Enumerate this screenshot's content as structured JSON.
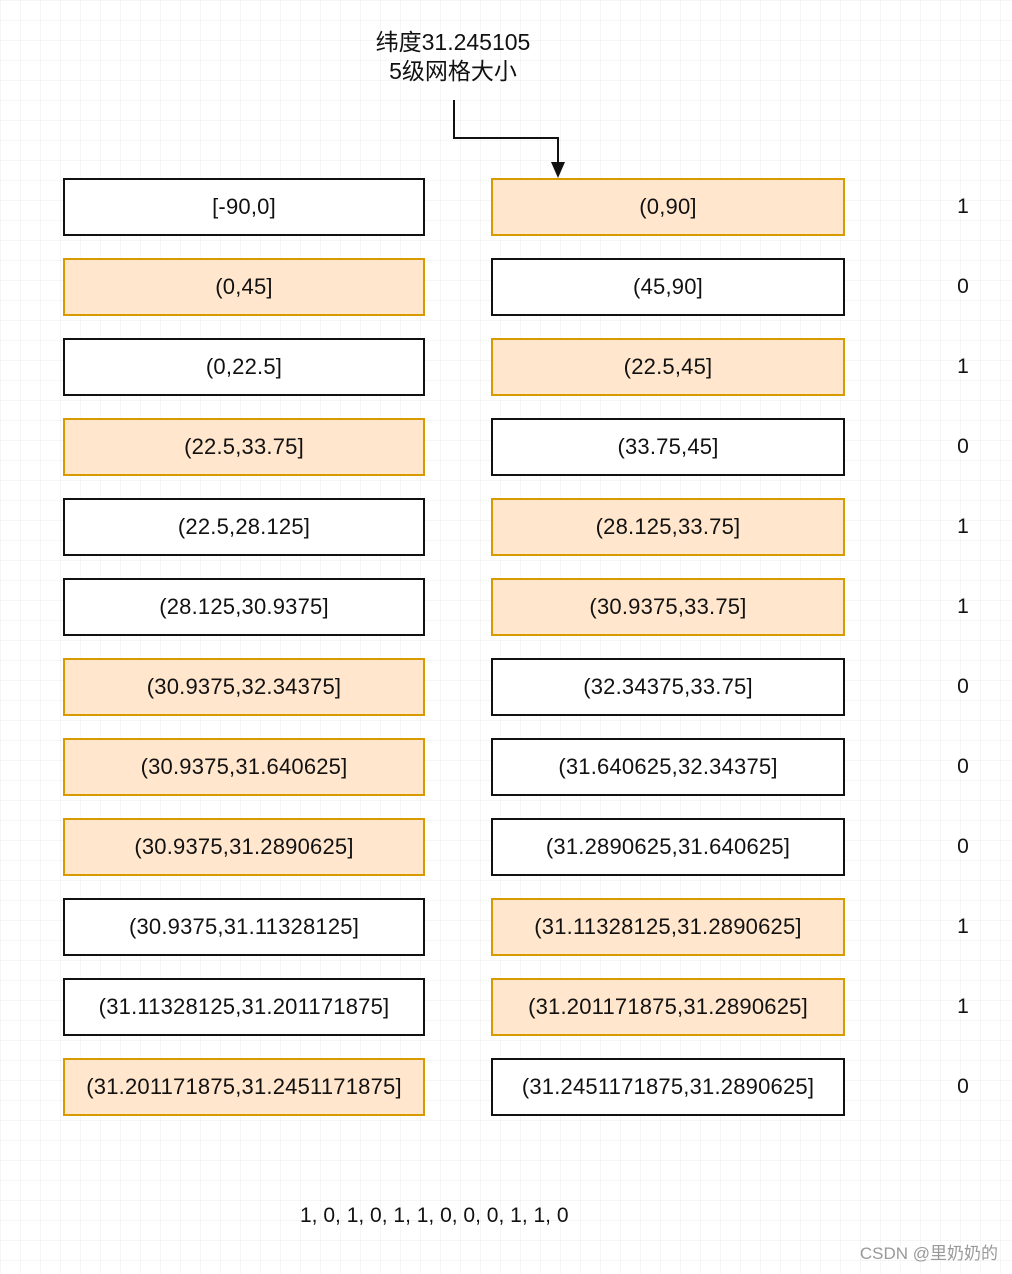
{
  "title": {
    "line1": "纬度31.245105",
    "line2": "5级网格大小"
  },
  "rows": [
    {
      "left": "[-90,0]",
      "right": "(0,90]",
      "selected": "right",
      "bit": "1"
    },
    {
      "left": "(0,45]",
      "right": "(45,90]",
      "selected": "left",
      "bit": "0"
    },
    {
      "left": "(0,22.5]",
      "right": "(22.5,45]",
      "selected": "right",
      "bit": "1"
    },
    {
      "left": "(22.5,33.75]",
      "right": "(33.75,45]",
      "selected": "left",
      "bit": "0"
    },
    {
      "left": "(22.5,28.125]",
      "right": "(28.125,33.75]",
      "selected": "right",
      "bit": "1"
    },
    {
      "left": "(28.125,30.9375]",
      "right": "(30.9375,33.75]",
      "selected": "right",
      "bit": "1"
    },
    {
      "left": "(30.9375,32.34375]",
      "right": "(32.34375,33.75]",
      "selected": "left",
      "bit": "0"
    },
    {
      "left": "(30.9375,31.640625]",
      "right": "(31.640625,32.34375]",
      "selected": "left",
      "bit": "0"
    },
    {
      "left": "(30.9375,31.2890625]",
      "right": "(31.2890625,31.640625]",
      "selected": "left",
      "bit": "0"
    },
    {
      "left": "(30.9375,31.11328125]",
      "right": "(31.11328125,31.2890625]",
      "selected": "right",
      "bit": "1"
    },
    {
      "left": "(31.11328125,31.201171875]",
      "right": "(31.201171875,31.2890625]",
      "selected": "right",
      "bit": "1"
    },
    {
      "left": "(31.201171875,31.2451171875]",
      "right": "(31.2451171875,31.2890625]",
      "selected": "left",
      "bit": "0"
    }
  ],
  "summary": "1, 0, 1, 0, 1, 1, 0, 0, 0, 1, 1, 0",
  "watermark": "CSDN @里奶奶的",
  "colors": {
    "selected_fill": "#ffe6cc",
    "selected_border": "#d79b00",
    "default_border": "#111111"
  }
}
